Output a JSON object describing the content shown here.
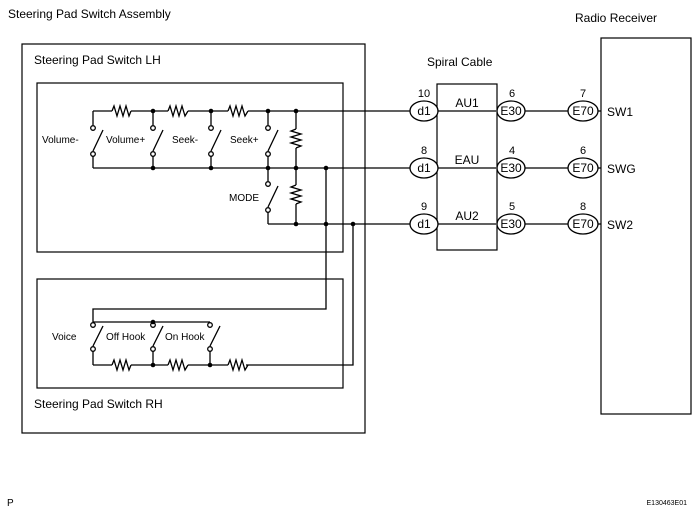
{
  "labels": {
    "assembly_title": "Steering Pad Switch Assembly",
    "lh_title": "Steering Pad Switch LH",
    "rh_title": "Steering Pad Switch RH",
    "spiral_title": "Spiral Cable",
    "radio_title": "Radio Receiver",
    "footer_left": "P",
    "footer_right": "E130463E01"
  },
  "lh_switches": [
    "Volume-",
    "Volume+",
    "Seek-",
    "Seek+",
    "MODE"
  ],
  "rh_switches": [
    "Voice",
    "Off Hook",
    "On Hook"
  ],
  "circuits": [
    {
      "d1_pin": "10",
      "d1_label": "d1",
      "spiral_signal": "AU1",
      "e30_pin": "6",
      "e30_label": "E30",
      "e70_pin": "7",
      "e70_label": "E70",
      "radio_terminal": "SW1"
    },
    {
      "d1_pin": "8",
      "d1_label": "d1",
      "spiral_signal": "EAU",
      "e30_pin": "4",
      "e30_label": "E30",
      "e70_pin": "6",
      "e70_label": "E70",
      "radio_terminal": "SWG"
    },
    {
      "d1_pin": "9",
      "d1_label": "d1",
      "spiral_signal": "AU2",
      "e30_pin": "5",
      "e30_label": "E30",
      "e70_pin": "8",
      "e70_label": "E70",
      "radio_terminal": "SW2"
    }
  ]
}
